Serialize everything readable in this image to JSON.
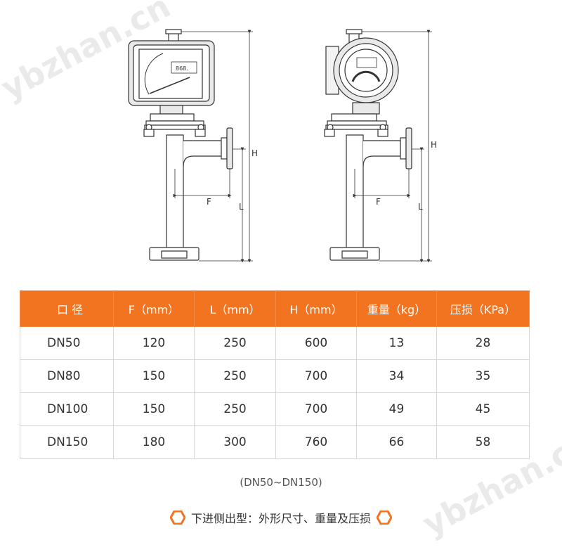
{
  "watermark": "ybzhan.cn",
  "drawing": {
    "left_labels": {
      "H": "H",
      "L": "L",
      "F": "F"
    },
    "right_labels": {
      "H": "H",
      "L": "L",
      "F": "F"
    }
  },
  "table": {
    "headers": [
      "口 径",
      "F（mm）",
      "L（mm）",
      "H（mm）",
      "重量（kg）",
      "压损（KPa）"
    ],
    "rows": [
      [
        "DN50",
        "120",
        "250",
        "600",
        "13",
        "28"
      ],
      [
        "DN80",
        "150",
        "250",
        "700",
        "34",
        "35"
      ],
      [
        "DN100",
        "150",
        "250",
        "700",
        "49",
        "45"
      ],
      [
        "DN150",
        "180",
        "300",
        "760",
        "66",
        "58"
      ]
    ]
  },
  "note": "(DN50~DN150)",
  "caption": "下进侧出型：外形尺寸、重量及压损",
  "colors": {
    "accent": "#f27421",
    "border": "#d6d6d6"
  }
}
